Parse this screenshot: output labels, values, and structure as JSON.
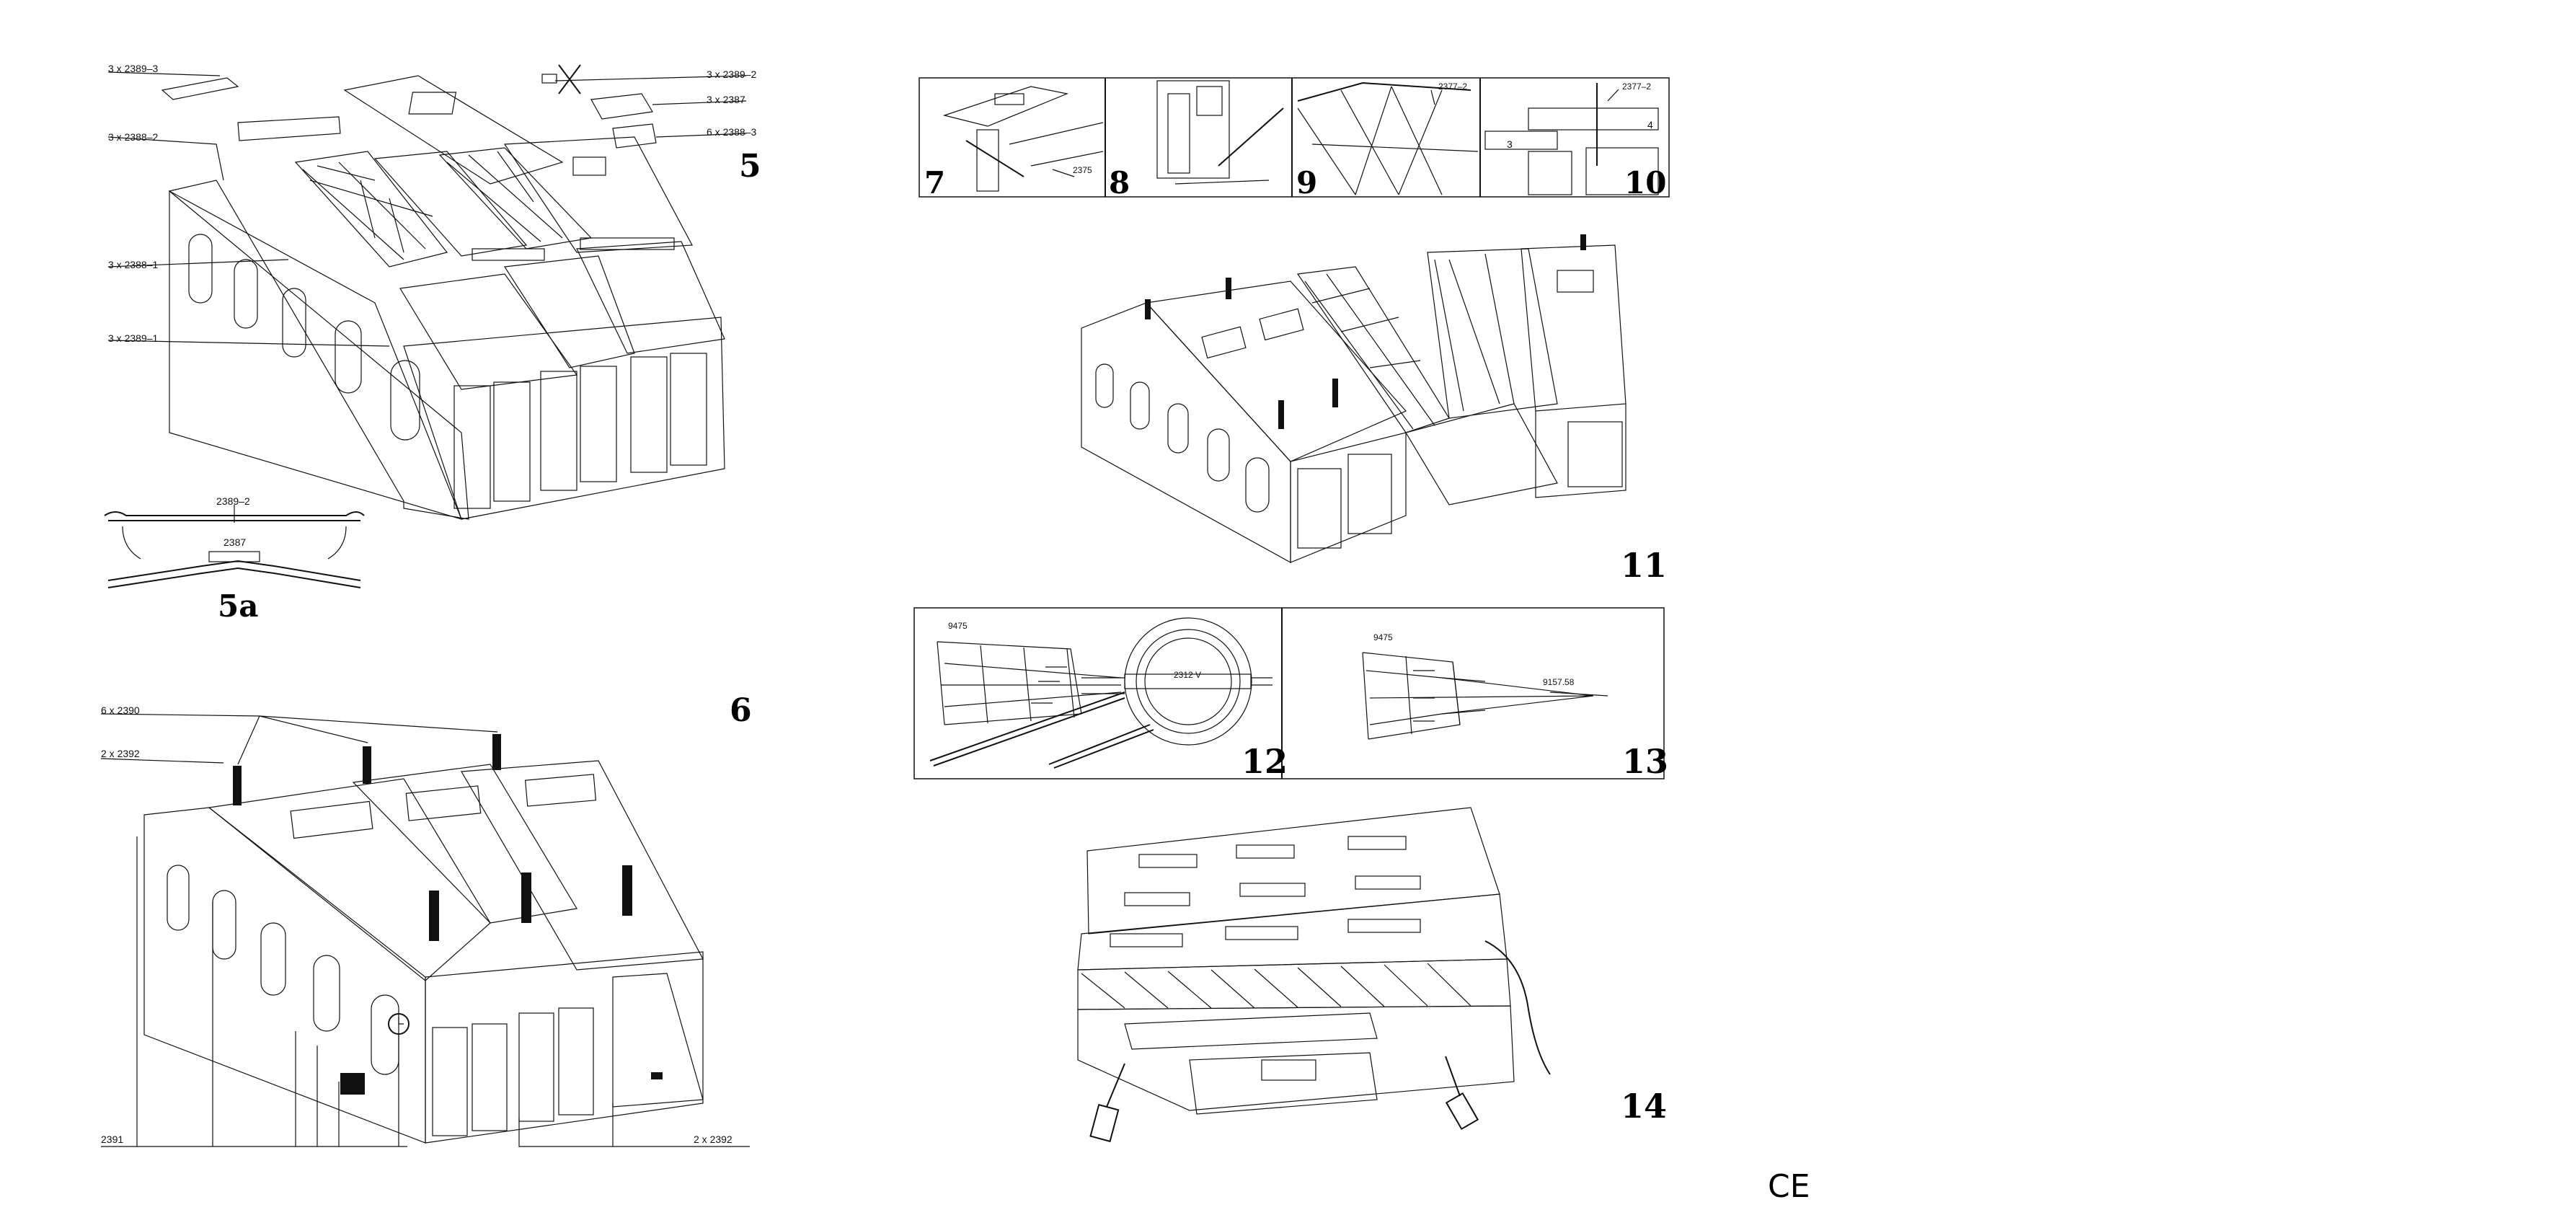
{
  "instructions": {
    "fig5": {
      "step": "5",
      "parts": [
        "3 x 2389–3",
        "3 x 2388–2",
        "3 x 2388–1",
        "3 x 2389–1",
        "3 x 2389–2",
        "3 x 2387",
        "6 x 2388–3"
      ]
    },
    "fig5a": {
      "step": "5a",
      "parts": [
        "2389–2",
        "2387"
      ]
    },
    "fig6": {
      "step": "6",
      "parts": [
        "6 x 2390",
        "2 x 2392",
        "2391",
        "2 x 2392"
      ]
    },
    "fig7": {
      "step": "7",
      "part": "2375"
    },
    "fig8": {
      "step": "8"
    },
    "fig9": {
      "step": "9",
      "part": "2377–2"
    },
    "fig10": {
      "step": "10",
      "part": "2377–2",
      "numbers": [
        "3",
        "4"
      ]
    },
    "fig11": {
      "step": "11"
    },
    "fig12": {
      "step": "12",
      "part": "9475",
      "center_label": "2312 V"
    },
    "fig13": {
      "step": "13",
      "parts": [
        "9475",
        "9157.58"
      ]
    },
    "fig14": {
      "step": "14"
    }
  },
  "marks": {
    "ce": "CE"
  }
}
